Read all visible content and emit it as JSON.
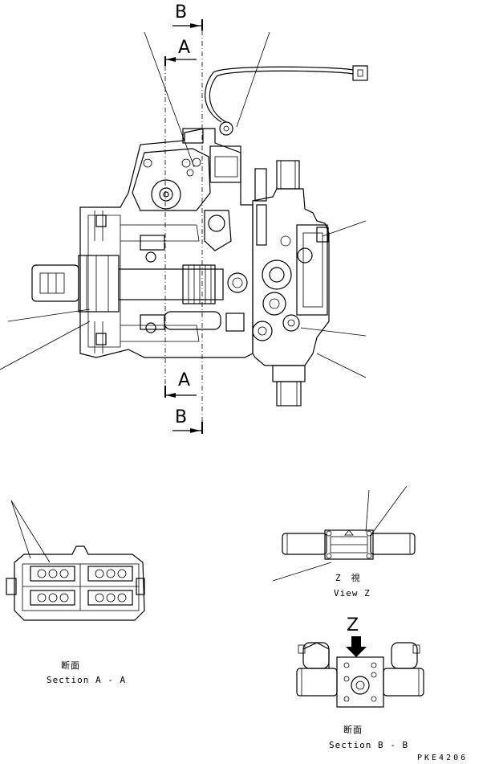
{
  "labels": {
    "section_b_top": "B",
    "section_a_top": "A",
    "section_a_bottom": "A",
    "section_b_bottom": "B",
    "view_z_arrow": "Z",
    "view_z_jp": "Z　視",
    "view_z_en": "View Z",
    "section_aa_jp": "断面",
    "section_aa_en": "Section A - A",
    "section_bb_jp": "断面",
    "section_bb_en": "Section B - B",
    "drawing_code": "PKE4206"
  }
}
